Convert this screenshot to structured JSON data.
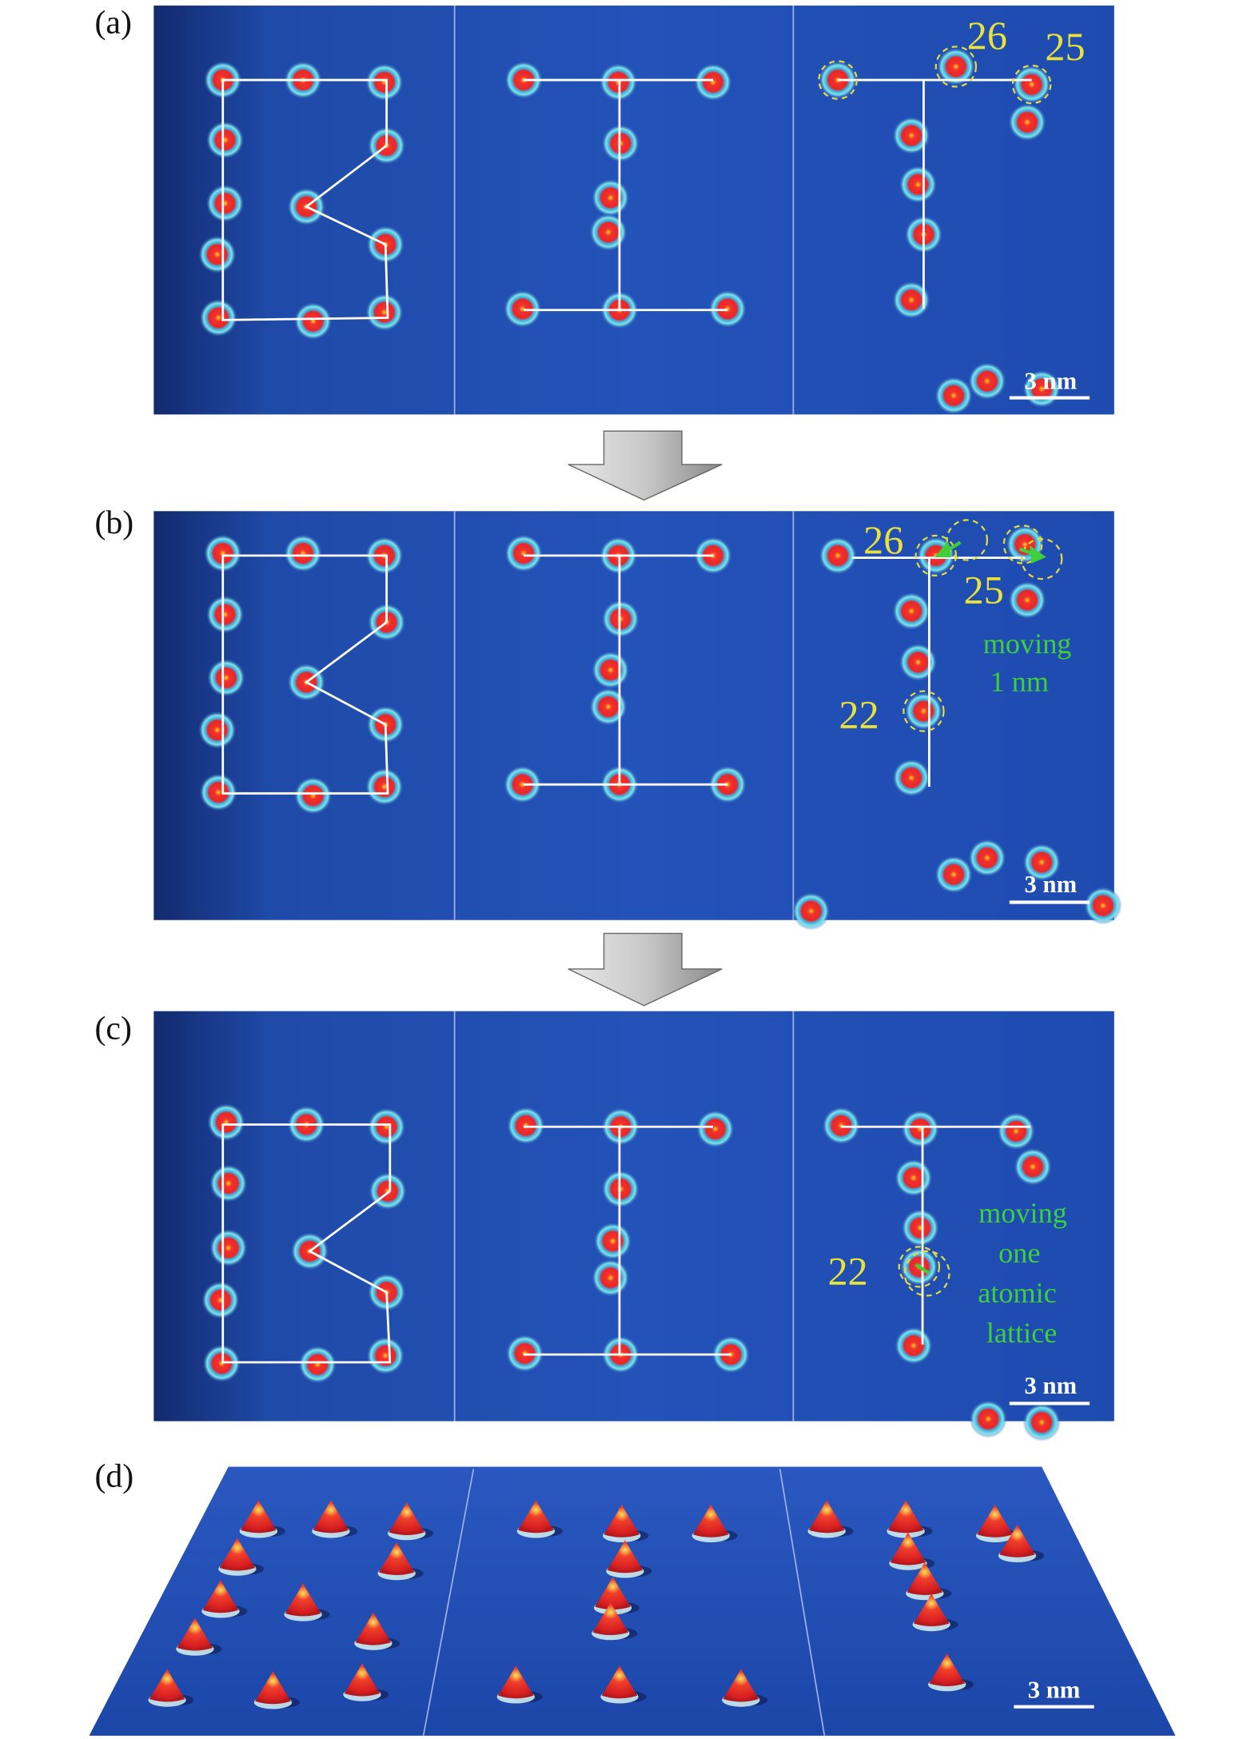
{
  "panels": {
    "a": {
      "label": "(a)",
      "scale_bar": "3 nm",
      "atom_labels": [
        "26",
        "25"
      ]
    },
    "b": {
      "label": "(b)",
      "scale_bar": "3 nm",
      "atom_labels": [
        "26",
        "25",
        "22"
      ],
      "annotation": [
        "moving",
        "1 nm"
      ]
    },
    "c": {
      "label": "(c)",
      "scale_bar": "3 nm",
      "atom_labels": [
        "22"
      ],
      "annotation": [
        "moving",
        "one",
        "atomic",
        "lattice"
      ]
    },
    "d": {
      "label": "(d)",
      "scale_bar": "3 nm"
    }
  },
  "colors": {
    "substrate": "#1f4fb5",
    "atom_core": "#e8262a",
    "atom_halo": "#5fd6e0",
    "label_yellow": "#e8e23a",
    "annotation_green": "#3fcf3a"
  }
}
